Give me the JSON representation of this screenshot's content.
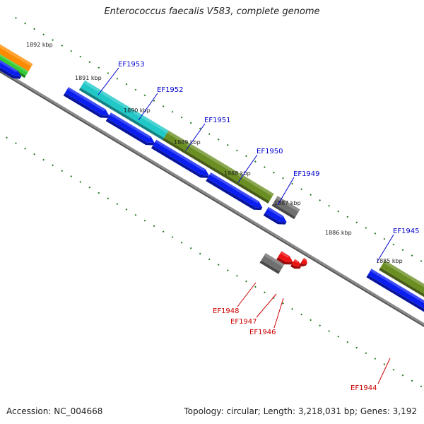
{
  "title": "Enterococcus faecalis V583, complete genome",
  "footer": {
    "accession": "Accession: NC_004668",
    "topology": "Topology: circular; Length: 3,218,031 bp; Genes: 3,192"
  },
  "colors": {
    "backbone": "#8c8c8c",
    "tick": "#1e7a1e",
    "forward_label": "#0000cc",
    "reverse_label": "#cc0000",
    "blue_gene": "#0a1ef0",
    "olive_gene": "#6b8e23",
    "cyan_gene": "#20c8c8",
    "grey_gene": "#707070",
    "red_gene": "#ee1111",
    "orange_gene": "#ff8c00",
    "green_gene": "#33cc33"
  },
  "kbp_labels": [
    "1892 kbp",
    "1891 kbp",
    "1890 kbp",
    "1889 kbp",
    "1888 kbp",
    "1887 kbp",
    "1886 kbp",
    "1885 kbp"
  ],
  "forward_gene_labels": [
    "EF1953",
    "EF1952",
    "EF1951",
    "EF1950",
    "EF1949",
    "EF1945"
  ],
  "reverse_gene_labels": [
    "EF1948",
    "EF1947",
    "EF1946",
    "EF1944"
  ]
}
